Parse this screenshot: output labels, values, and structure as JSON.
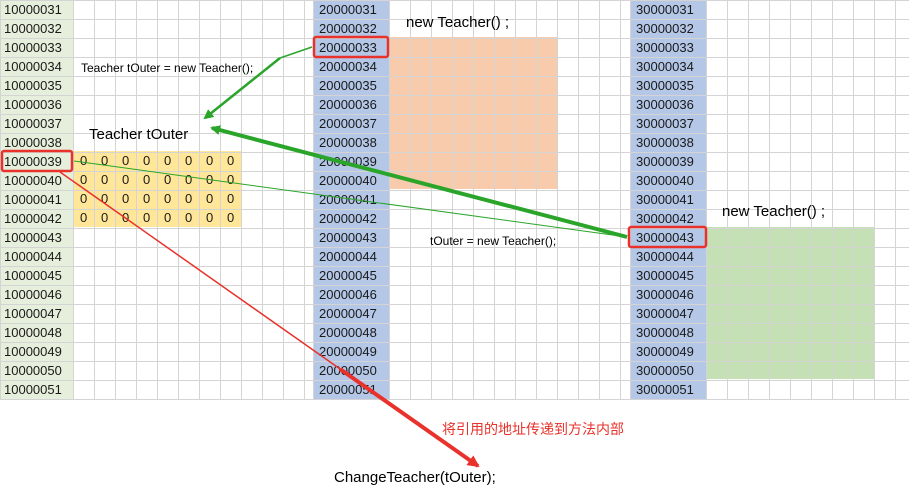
{
  "colors": {
    "stack_col": "#e6efdb",
    "heap_col": "#b4c7e7",
    "heap2_col": "#b4c7e7",
    "teacher_obj_fill": "#ffe699",
    "new_obj1_fill": "#f8cbad",
    "new_obj2_fill": "#c5e0b4",
    "highlight_border": "#e8322b",
    "arrow_green": "#2aa52a",
    "arrow_red": "#e8322b"
  },
  "columns": {
    "stack": [
      "10000031",
      "10000032",
      "10000033",
      "10000034",
      "10000035",
      "10000036",
      "10000037",
      "10000038",
      "10000039",
      "10000040",
      "10000041",
      "10000042",
      "10000043",
      "10000044",
      "10000045",
      "10000046",
      "10000047",
      "10000048",
      "10000049",
      "10000050",
      "10000051"
    ],
    "heap1": [
      "20000031",
      "20000032",
      "20000033",
      "20000034",
      "20000035",
      "20000036",
      "20000037",
      "20000038",
      "20000039",
      "20000040",
      "20000041",
      "20000042",
      "20000043",
      "20000044",
      "20000045",
      "20000046",
      "20000047",
      "20000048",
      "20000049",
      "20000050",
      "20000051"
    ],
    "heap2": [
      "30000031",
      "30000032",
      "30000033",
      "30000034",
      "30000035",
      "30000036",
      "30000037",
      "30000038",
      "30000039",
      "30000040",
      "30000041",
      "30000042",
      "30000043",
      "30000044",
      "30000045",
      "30000046",
      "30000047",
      "30000048",
      "30000049",
      "30000050",
      "30000051"
    ]
  },
  "highlights": {
    "stack_addr": "10000039",
    "heap1_addr": "20000033",
    "heap2_addr": "30000043"
  },
  "zero_block": {
    "rows": [
      [
        "0",
        "0",
        "0",
        "0",
        "0",
        "0",
        "0",
        "0"
      ],
      [
        "0",
        "0",
        "0",
        "0",
        "0",
        "0",
        "0",
        "0"
      ],
      [
        "0",
        "0",
        "0",
        "0",
        "0",
        "0",
        "0",
        "0"
      ],
      [
        "0",
        "0",
        "0",
        "0",
        "0",
        "0",
        "0",
        "0"
      ]
    ]
  },
  "labels": {
    "new_teacher_1": "new Teacher() ;",
    "new_teacher_2": "new Teacher() ;",
    "decl_code": "Teacher tOuter = new Teacher();",
    "var_label": "Teacher tOuter",
    "reassign_code": "tOuter = new Teacher();",
    "pass_caption": "将引用的地址传递到方法内部",
    "call_code": "ChangeTeacher(tOuter);"
  }
}
